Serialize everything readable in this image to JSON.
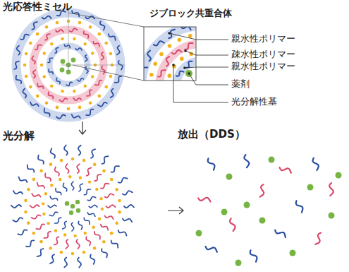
{
  "diagram": {
    "title": "光応答性ミセル",
    "labels": [
      "ジブロック共重合体",
      "親水性ポリマー",
      "疎水性ポリマー",
      "親水性ポリマー",
      "薬剤",
      "光分解性基",
      "光分解",
      "放出（DDS）"
    ]
  }
}
